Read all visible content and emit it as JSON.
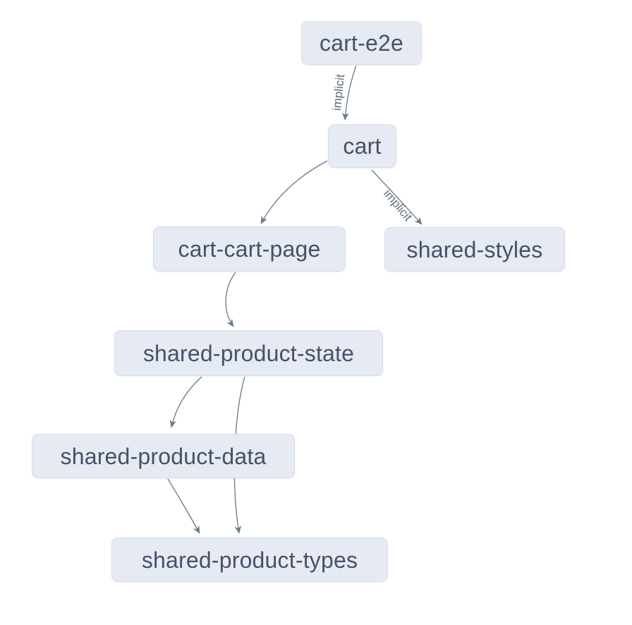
{
  "graph": {
    "type": "dependency-graph",
    "nodes": [
      {
        "id": "cart-e2e",
        "label": "cart-e2e"
      },
      {
        "id": "cart",
        "label": "cart"
      },
      {
        "id": "cart-cart-page",
        "label": "cart-cart-page"
      },
      {
        "id": "shared-styles",
        "label": "shared-styles"
      },
      {
        "id": "shared-product-state",
        "label": "shared-product-state"
      },
      {
        "id": "shared-product-data",
        "label": "shared-product-data"
      },
      {
        "id": "shared-product-types",
        "label": "shared-product-types"
      }
    ],
    "edges": [
      {
        "from": "cart-e2e",
        "to": "cart",
        "label": "implicit"
      },
      {
        "from": "cart",
        "to": "cart-cart-page",
        "label": ""
      },
      {
        "from": "cart",
        "to": "shared-styles",
        "label": "implicit"
      },
      {
        "from": "cart-cart-page",
        "to": "shared-product-state",
        "label": ""
      },
      {
        "from": "shared-product-state",
        "to": "shared-product-data",
        "label": ""
      },
      {
        "from": "shared-product-state",
        "to": "shared-product-types",
        "label": ""
      },
      {
        "from": "shared-product-data",
        "to": "shared-product-types",
        "label": ""
      }
    ],
    "colors": {
      "background": "#ffffff",
      "node_fill": "#e6eaf2",
      "node_border": "#d8dee8",
      "node_text": "#475168",
      "edge": "#6b7687",
      "edge_label": "#5f6a7d"
    }
  }
}
